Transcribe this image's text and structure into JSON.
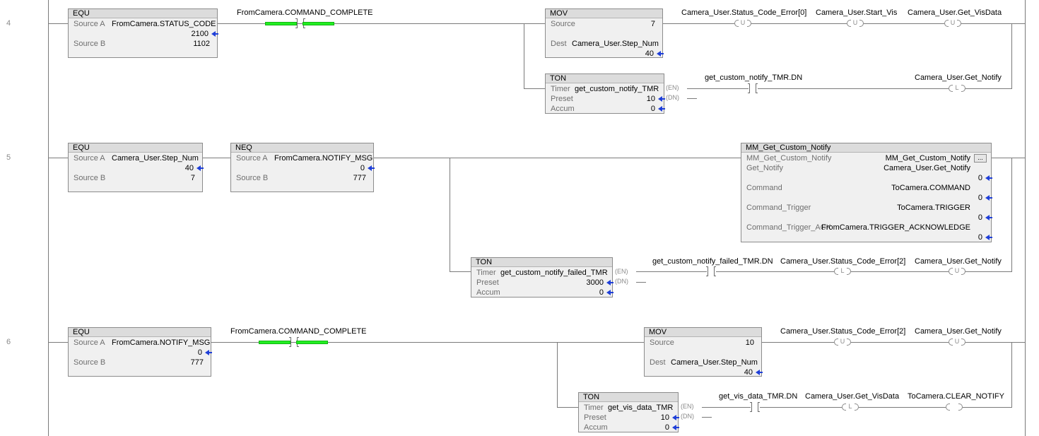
{
  "rungs": [
    {
      "number": "4"
    },
    {
      "number": "5"
    },
    {
      "number": "6"
    }
  ],
  "rung4": {
    "equ": {
      "type": "EQU",
      "source_a_label": "Source A",
      "source_a_tag": "FromCamera.STATUS_CODE",
      "source_a_value": "2100",
      "source_b_label": "Source B",
      "source_b_value": "1102"
    },
    "xic_tag": "FromCamera.COMMAND_COMPLETE",
    "mov": {
      "type": "MOV",
      "source_label": "Source",
      "source_value": "7",
      "dest_label": "Dest",
      "dest_tag": "Camera_User.Step_Num",
      "dest_value": "40"
    },
    "coils": [
      {
        "tag": "Camera_User.Status_Code_Error[0]",
        "letter": "U"
      },
      {
        "tag": "Camera_User.Start_Vis",
        "letter": "U"
      },
      {
        "tag": "Camera_User.Get_VisData",
        "letter": "U"
      }
    ],
    "ton": {
      "type": "TON",
      "timer_label": "Timer",
      "timer_tag": "get_custom_notify_TMR",
      "preset_label": "Preset",
      "preset_value": "10",
      "accum_label": "Accum",
      "accum_value": "0",
      "en": "EN",
      "dn": "DN"
    },
    "branch_contact_tag": "get_custom_notify_TMR.DN",
    "branch_coil": {
      "tag": "Camera_User.Get_Notify",
      "letter": "L"
    }
  },
  "rung5": {
    "equ": {
      "type": "EQU",
      "source_a_label": "Source A",
      "source_a_tag": "Camera_User.Step_Num",
      "source_a_value": "40",
      "source_b_label": "Source B",
      "source_b_value": "7"
    },
    "neq": {
      "type": "NEQ",
      "source_a_label": "Source A",
      "source_a_tag": "FromCamera.NOTIFY_MSG",
      "source_a_value": "0",
      "source_b_label": "Source B",
      "source_b_value": "777"
    },
    "aoi": {
      "title": "MM_Get_Custom_Notify",
      "rows": [
        {
          "label": "MM_Get_Custom_Notify",
          "tag": "MM_Get_Custom_Notify",
          "value": ""
        },
        {
          "label": "Get_Notify",
          "tag": "Camera_User.Get_Notify",
          "value": "0"
        },
        {
          "label": "Command",
          "tag": "ToCamera.COMMAND",
          "value": "0"
        },
        {
          "label": "Command_Trigger",
          "tag": "ToCamera.TRIGGER",
          "value": "0"
        },
        {
          "label": "Command_Trigger_ACK",
          "tag": "FromCamera.TRIGGER_ACKNOWLEDGE",
          "value": "0"
        }
      ],
      "ellipsis": "..."
    },
    "ton": {
      "type": "TON",
      "timer_label": "Timer",
      "timer_tag": "get_custom_notify_failed_TMR",
      "preset_label": "Preset",
      "preset_value": "3000",
      "accum_label": "Accum",
      "accum_value": "0",
      "en": "EN",
      "dn": "DN"
    },
    "branch_contact_tag": "get_custom_notify_failed_TMR.DN",
    "branch_coils": [
      {
        "tag": "Camera_User.Status_Code_Error[2]",
        "letter": "L"
      },
      {
        "tag": "Camera_User.Get_Notify",
        "letter": "U"
      }
    ]
  },
  "rung6": {
    "equ": {
      "type": "EQU",
      "source_a_label": "Source A",
      "source_a_tag": "FromCamera.NOTIFY_MSG",
      "source_a_value": "0",
      "source_b_label": "Source B",
      "source_b_value": "777"
    },
    "xic_tag": "FromCamera.COMMAND_COMPLETE",
    "mov": {
      "type": "MOV",
      "source_label": "Source",
      "source_value": "10",
      "dest_label": "Dest",
      "dest_tag": "Camera_User.Step_Num",
      "dest_value": "40"
    },
    "coils": [
      {
        "tag": "Camera_User.Status_Code_Error[2]",
        "letter": "U"
      },
      {
        "tag": "Camera_User.Get_Notify",
        "letter": "U"
      }
    ],
    "ton": {
      "type": "TON",
      "timer_label": "Timer",
      "timer_tag": "get_vis_data_TMR",
      "preset_label": "Preset",
      "preset_value": "10",
      "accum_label": "Accum",
      "accum_value": "0",
      "en": "EN",
      "dn": "DN"
    },
    "branch_contact_tag": "get_vis_data_TMR.DN",
    "branch_coils": [
      {
        "tag": "Camera_User.Get_VisData",
        "letter": "L"
      },
      {
        "tag": "ToCamera.CLEAR_NOTIFY",
        "letter": ""
      }
    ]
  }
}
